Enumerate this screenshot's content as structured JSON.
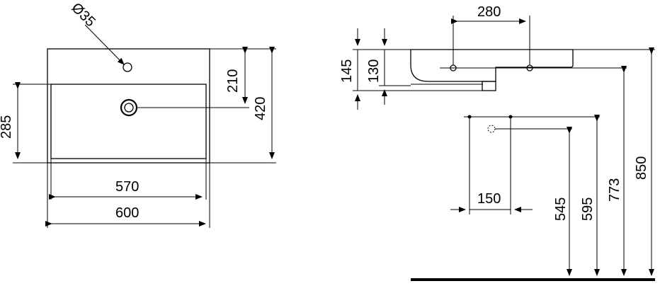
{
  "diagram": {
    "colors": {
      "line": "#000000",
      "background": "#ffffff"
    },
    "plan_view": {
      "hole_diameter_label": "Ø35",
      "width_inner_label": "570",
      "width_outer_label": "600",
      "depth_inner_label": "285",
      "depth_outer_label": "420",
      "tap_to_waste_label": "210"
    },
    "side_view": {
      "fixing_spacing_label": "280",
      "height_145_label": "145",
      "height_130_label": "130",
      "waste_spacing_label": "150",
      "height_545_label": "545",
      "height_595_label": "595",
      "height_773_label": "773",
      "height_850_label": "850"
    }
  }
}
